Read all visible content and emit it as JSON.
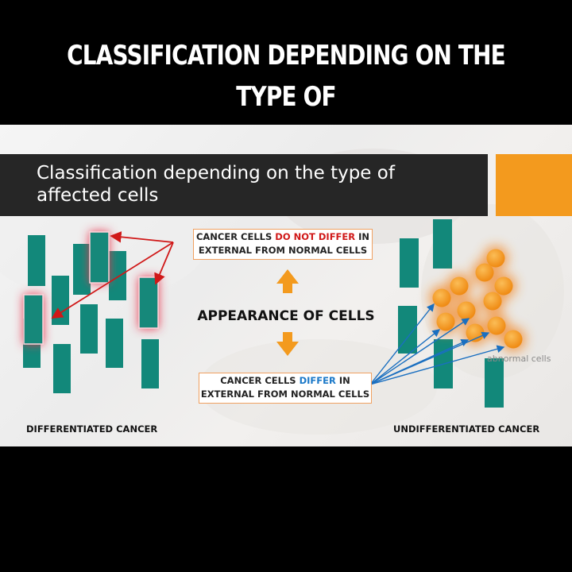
{
  "header": {
    "title_line1": "CLASSIFICATION DEPENDING ON THE TYPE OF",
    "title_line2": "AFFECTED CELLS"
  },
  "slide": {
    "banner_line1": "Classification depending on the type of",
    "banner_line2": "affected cells",
    "top_box": {
      "prefix": "CANCER CELLS ",
      "highlight": "DO NOT DIFFER",
      "suffix": " IN",
      "line2": "EXTERNAL FROM NORMAL CELLS"
    },
    "center_label": "APPEARANCE OF CELLS",
    "bottom_box": {
      "prefix": "CANCER CELLS ",
      "highlight": "DIFFER",
      "suffix": " IN",
      "line2": "EXTERNAL FROM NORMAL CELLS"
    },
    "left_label": "DIFFERENTIATED CANCER",
    "right_label": "UNDIFFERENTIATED CANCER",
    "annotation": "abnormal cells"
  },
  "colors": {
    "cell": "#12887a",
    "cancer_glow": "#e8304a",
    "orange": "#f39a1e",
    "highlight_red": "#d01818",
    "highlight_blue": "#1a78c8",
    "pointer_blue": "#1a6fc0"
  }
}
